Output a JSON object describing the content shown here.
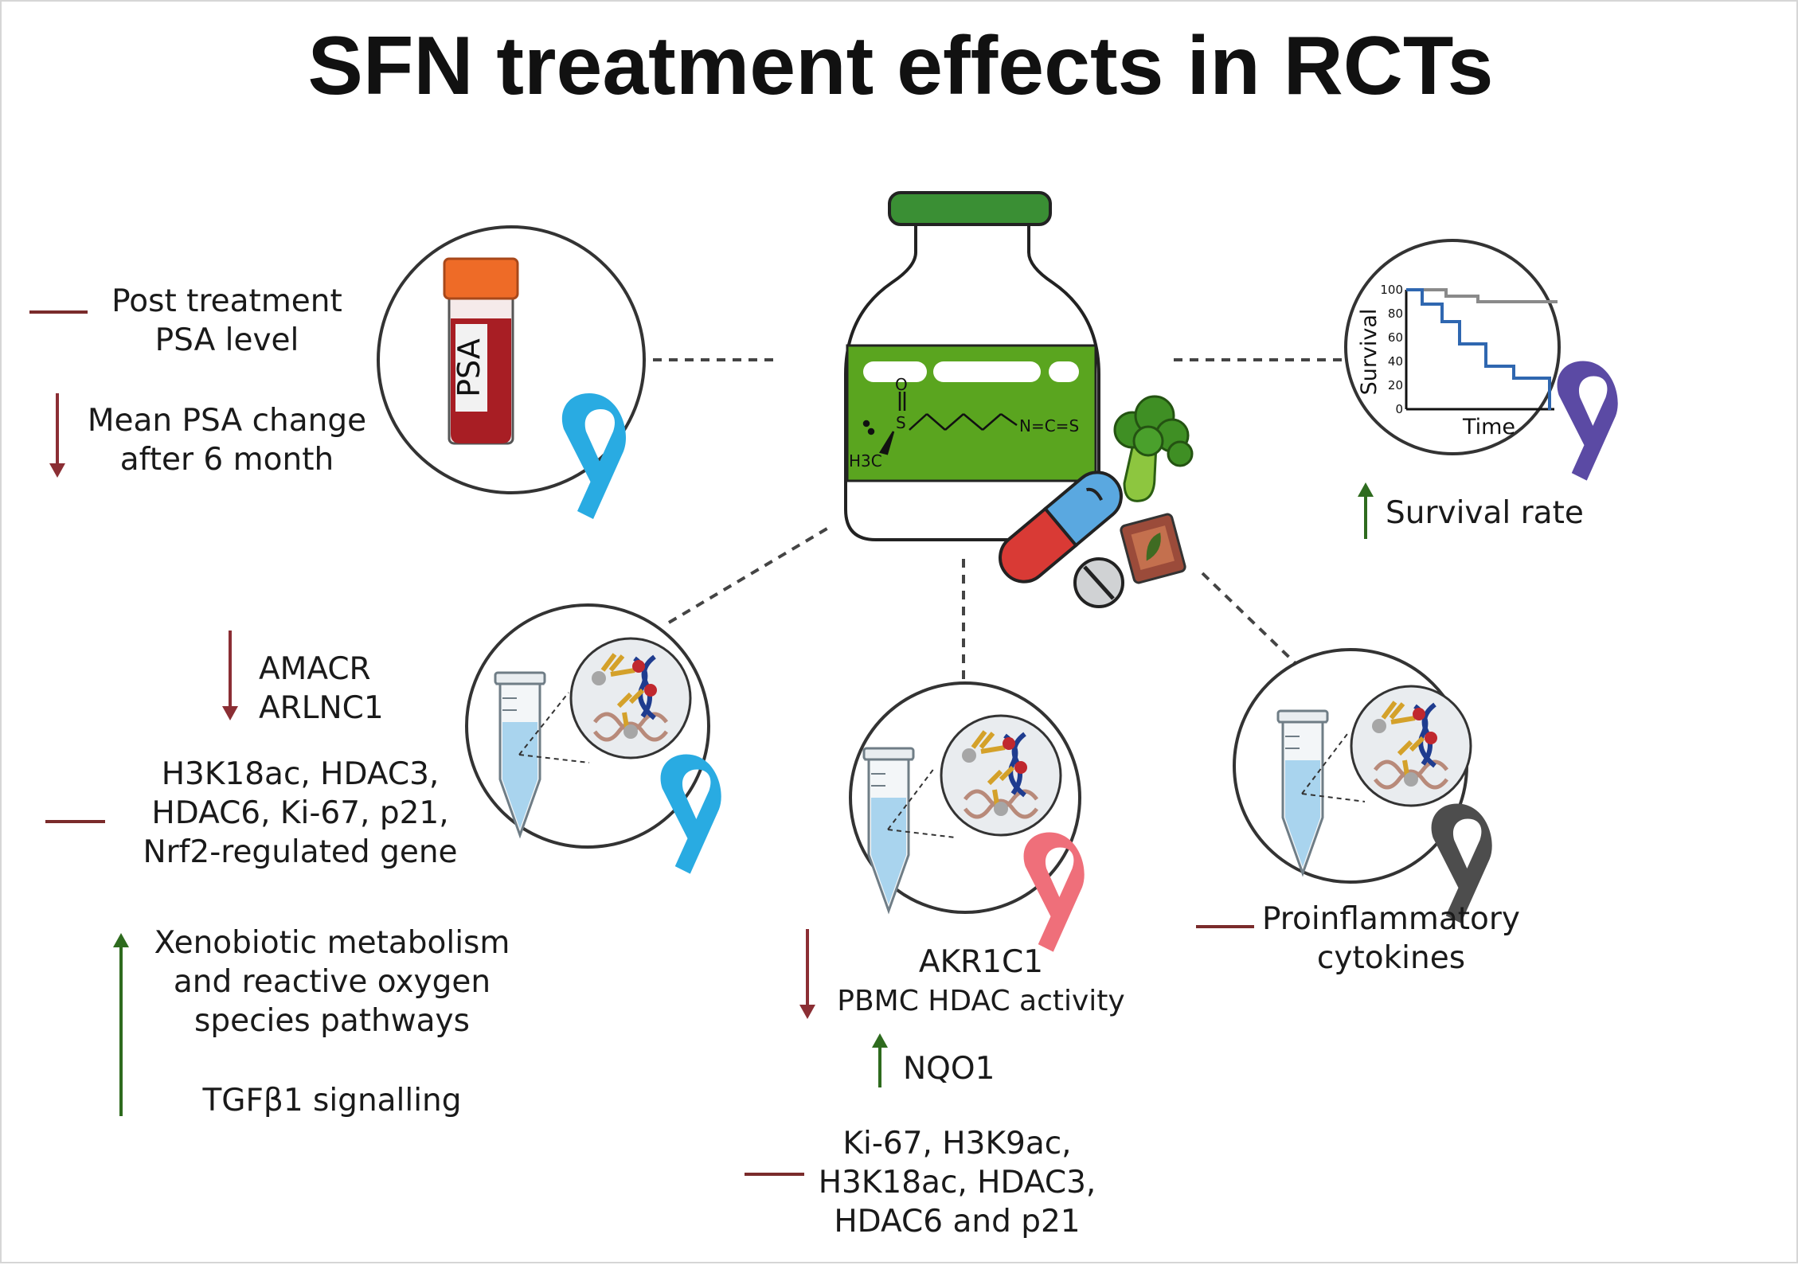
{
  "title": "SFN treatment effects in RCTs",
  "colors": {
    "down": "#8b2e34",
    "up": "#2e6b1e",
    "nochange": "#7a2b2b",
    "label_green": "#5aa51f",
    "cap_green": "#2f8a2f"
  },
  "icons": [
    "medicine-jar-icon",
    "sulforaphane-structure-icon",
    "broccoli-icon",
    "capsule-icon",
    "tablet-icon",
    "supplement-sachet-icon",
    "psa-blood-tube-icon",
    "light-blue-ribbon-icon",
    "purple-ribbon-icon",
    "pink-ribbon-icon",
    "grey-ribbon-icon",
    "survival-curve-icon",
    "microtube-icon",
    "antibody-dna-icon"
  ],
  "psa_tube_label": "PSA",
  "chemical": {
    "atom_o": "O",
    "atom_s": "S",
    "methyl": "H3C",
    "isothiocyanate": "N=C=S"
  },
  "survival_chart": {
    "ylabel": "Survival",
    "xlabel": "Time",
    "yticks": [
      "0",
      "20",
      "40",
      "60",
      "80",
      "100"
    ]
  },
  "groups": {
    "psa": {
      "no_change": [
        "Post treatment",
        "PSA level"
      ],
      "decreased": [
        "Mean PSA change",
        "after 6 month"
      ]
    },
    "survival": {
      "increased": [
        "Survival rate"
      ]
    },
    "tissue": {
      "decreased": [
        "AMACR",
        "ARLNC1"
      ],
      "no_change": [
        "H3K18ac, HDAC3,",
        "HDAC6, Ki-67,  p21,",
        "Nrf2-regulated gene"
      ],
      "increased": [
        "Xenobiotic metabolism",
        "and reactive oxygen",
        "species pathways",
        "TGFβ1 signalling"
      ]
    },
    "blood": {
      "decreased": [
        "AKR1C1",
        "PBMC HDAC activity"
      ],
      "increased": [
        "NQO1"
      ],
      "no_change": [
        "Ki-67, H3K9ac,",
        "H3K18ac, HDAC3,",
        "HDAC6 and p21"
      ]
    },
    "inflammation": {
      "no_change": [
        "Proinflammatory",
        "cytokines"
      ]
    }
  }
}
